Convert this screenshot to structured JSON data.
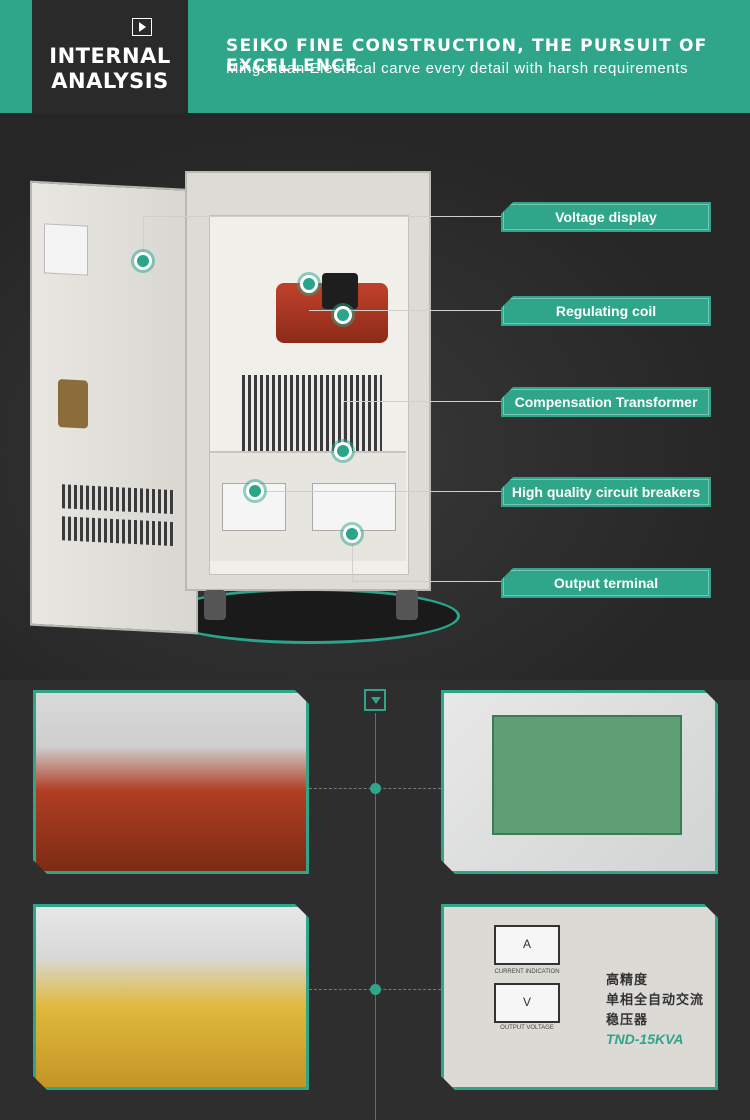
{
  "header": {
    "badge_line1": "INTERNAL",
    "badge_line2": "ANALYSIS",
    "title": "SEIKO FINE CONSTRUCTION, THE PURSUIT OF EXCELLENCE",
    "subtitle": "Mingchuan Electrical carve every detail with harsh requirements",
    "accent_color": "#2fa68a"
  },
  "callouts": [
    {
      "label": "Voltage display"
    },
    {
      "label": "Regulating coil"
    },
    {
      "label": "Compensation Transformer"
    },
    {
      "label": "High quality circuit breakers"
    },
    {
      "label": "Output terminal"
    }
  ],
  "gallery": {
    "meter_a_label": "A",
    "meter_v_label": "V",
    "meter_a_caption": "CURRENT INDICATION",
    "meter_v_caption": "OUTPUT VOLTAGE",
    "spec_line1": "高精度",
    "spec_line2": "单相全自动交流",
    "spec_line3": "稳压器",
    "model": "TND-15KVA"
  }
}
